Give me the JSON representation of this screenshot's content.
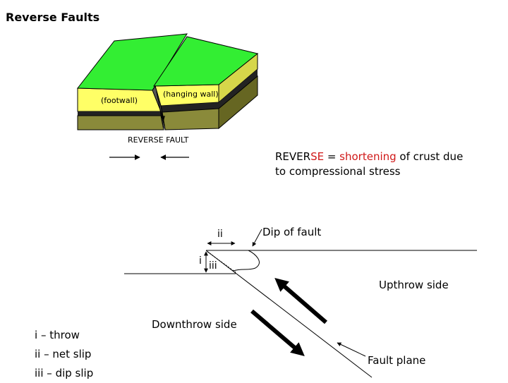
{
  "title": "Reverse Faults",
  "block_diagram": {
    "footwall_label": "(footwall)",
    "hanging_wall_label": "(hanging wall)",
    "caption": "REVERSE FAULT",
    "colors": {
      "surface": "#33ee33",
      "layer": "#ffff66",
      "dark_band": "#222222",
      "lower": "#8a8a3a",
      "side_lower": "#666622"
    }
  },
  "statement": {
    "word_prefix": "REVER",
    "word_highlight": "SE",
    "equals": " = ",
    "highlight_phrase": "shortening",
    "rest_line1": " of crust due",
    "line2": "to compressional stress",
    "highlight_color": "#d01818"
  },
  "labels": {
    "dip": "Dip of fault",
    "upthrow": "Upthrow side",
    "downthrow": "Downthrow side",
    "fault_plane": "Fault plane",
    "mark_i": "i",
    "mark_ii": "ii",
    "mark_iii": "iii"
  },
  "legend": [
    {
      "key": "i",
      "sep": " – ",
      "text": "throw"
    },
    {
      "key": "ii",
      "sep": " – ",
      "text": "net slip"
    },
    {
      "key": "iii",
      "sep": " – ",
      "text": "dip slip"
    }
  ]
}
